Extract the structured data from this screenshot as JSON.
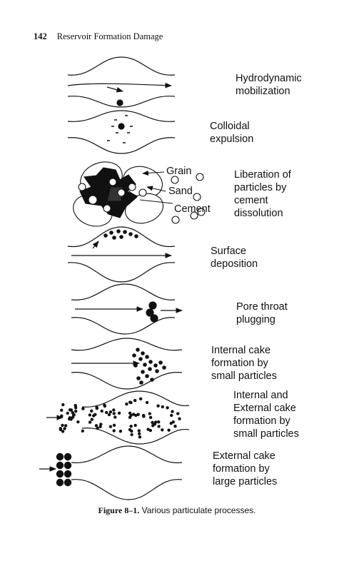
{
  "header": {
    "page_number": "142",
    "running_title": "Reservoir Formation Damage"
  },
  "processes": [
    {
      "label": "Hydrodynamic\nmobilization"
    },
    {
      "label": "Colloidal\nexpulsion"
    },
    {
      "label": "Liberation of\nparticles by\ncement\ndissolution",
      "inline_labels": [
        "Grain",
        "Sand",
        "Cement"
      ]
    },
    {
      "label": "Surface\ndeposition"
    },
    {
      "label": "Pore throat\nplugging"
    },
    {
      "label": "Internal cake\nformation by\nsmall particles"
    },
    {
      "label": "Internal and\nExternal cake\nformation by\nsmall particles"
    },
    {
      "label": "External cake\nformation by\nlarge particles"
    }
  ],
  "caption": {
    "figure_number": "Figure 8–1.",
    "text": "Various particulate processes."
  }
}
